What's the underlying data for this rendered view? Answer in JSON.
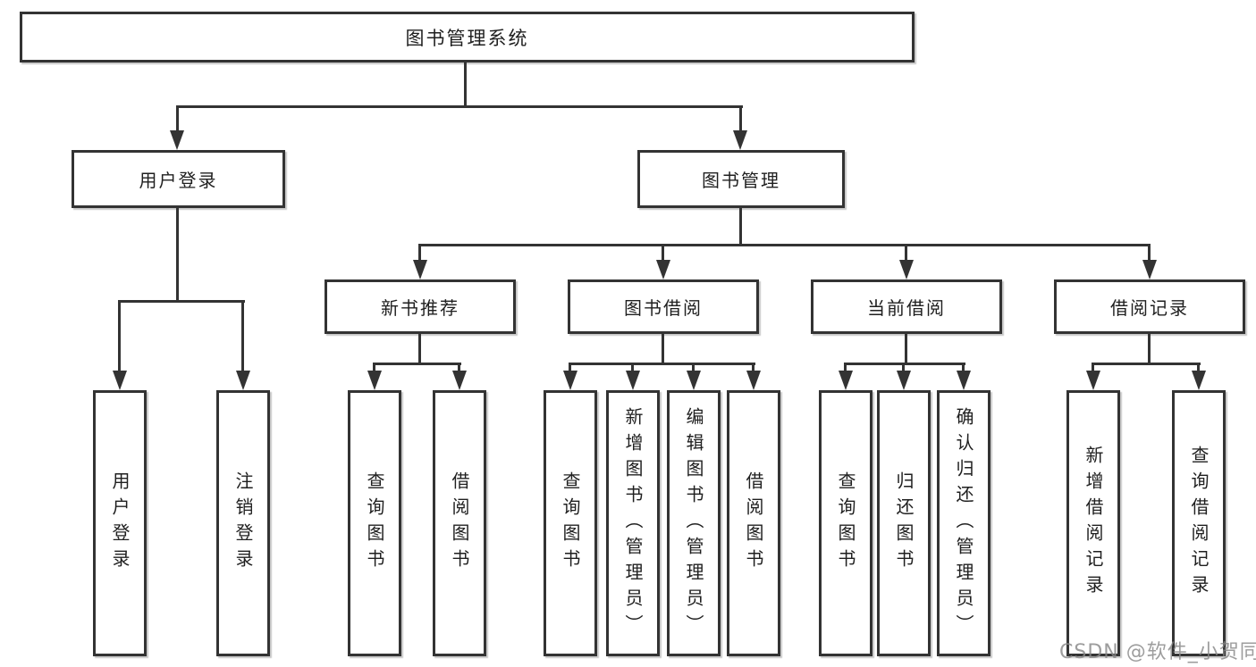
{
  "diagram": {
    "root_label": "图书管理系统",
    "user_login": {
      "label": "用户登录",
      "children": {
        "login": "用户登录",
        "logout": "注销登录"
      }
    },
    "book_mgmt": {
      "label": "图书管理"
    },
    "new_books": {
      "label": "新书推荐",
      "children": {
        "query": "查询图书",
        "borrow": "借阅图书"
      }
    },
    "book_borrow": {
      "label": "图书借阅",
      "children": {
        "query": "查询图书",
        "add": "新增图书（管理员）",
        "edit": "编辑图书（管理员）",
        "borrow": "借阅图书"
      }
    },
    "current_borrow": {
      "label": "当前借阅",
      "children": {
        "query": "查询图书",
        "return": "归还图书",
        "confirm": "确认归还（管理员）"
      }
    },
    "borrow_records": {
      "label": "借阅记录",
      "children": {
        "add": "新增借阅记录",
        "query": "查询借阅记录"
      }
    },
    "watermark": "CSDN @软件_小贺同学",
    "colors": {
      "line": "#333333",
      "text": "#1f1f1f",
      "watermark": "#878787"
    }
  }
}
